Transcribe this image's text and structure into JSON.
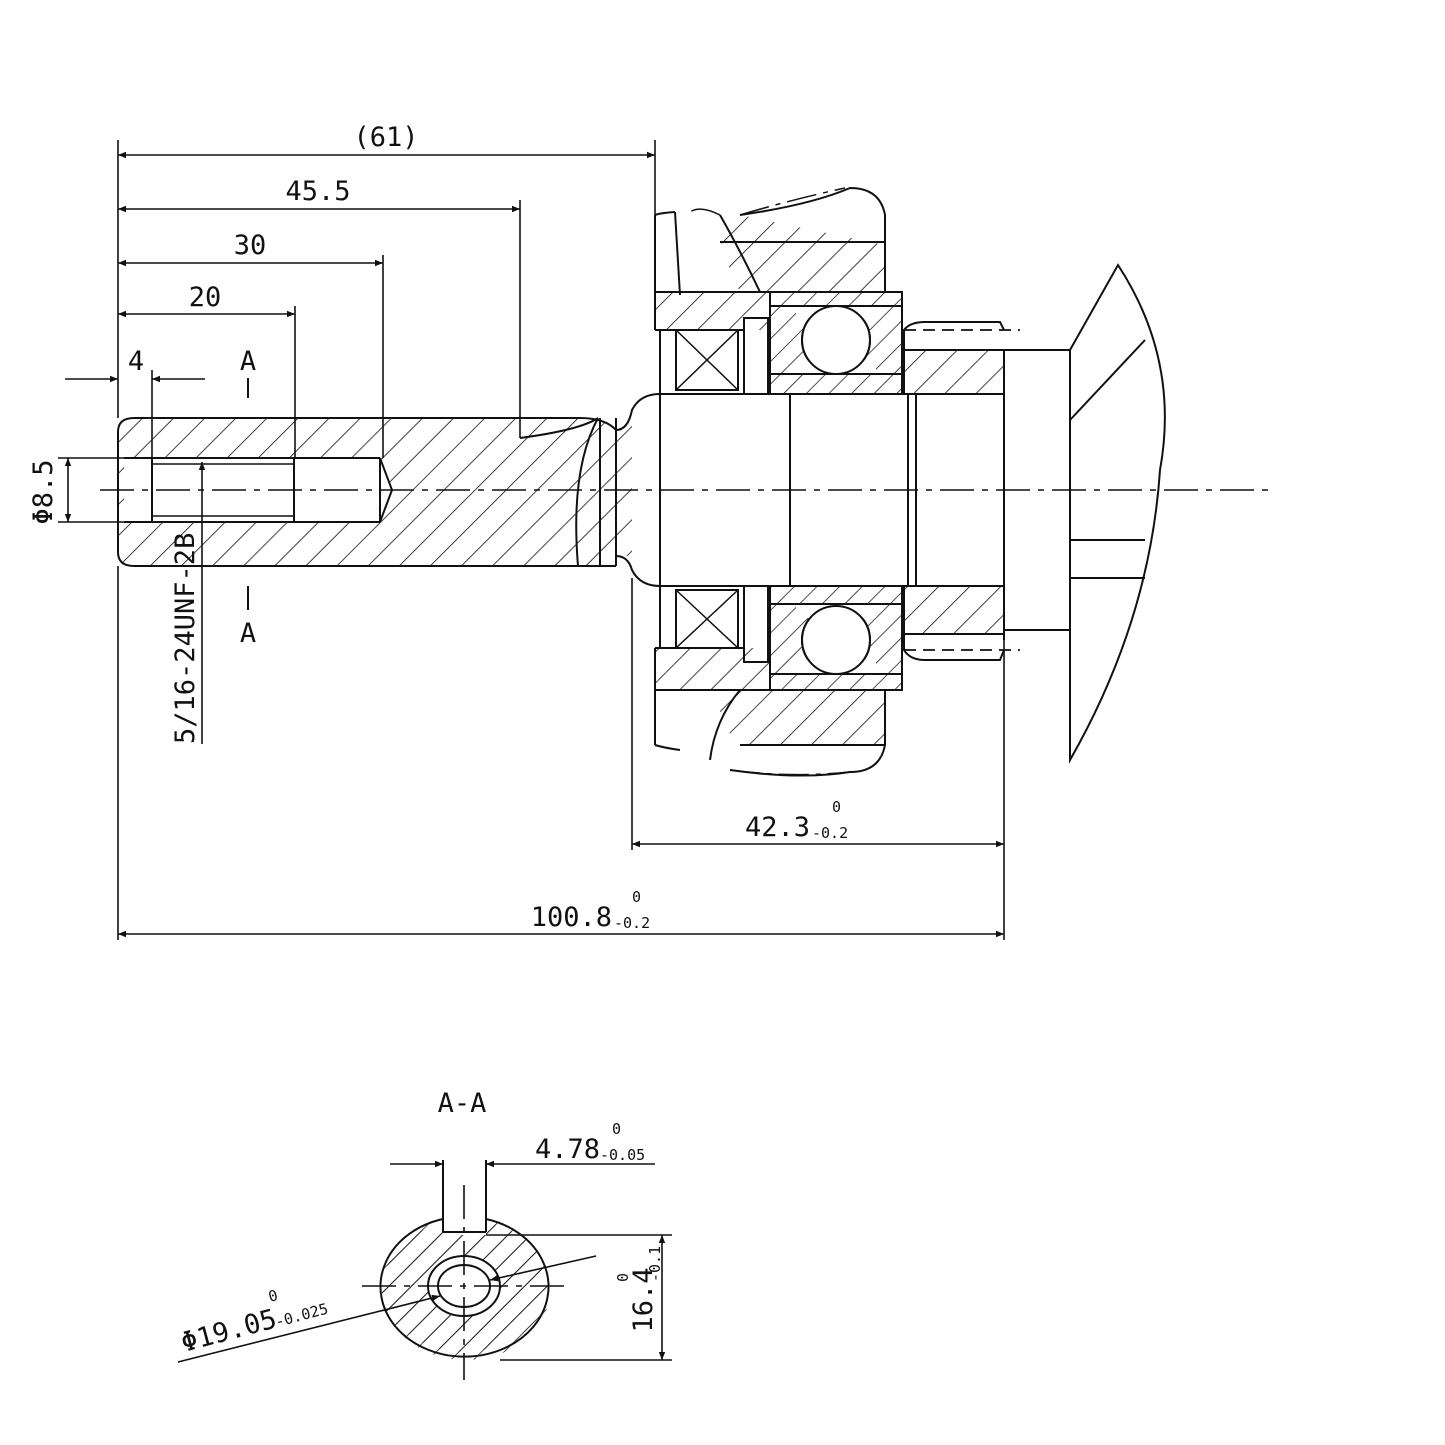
{
  "drawing": {
    "dimensions": {
      "d61": "(61)",
      "d45_5": "45.5",
      "d30": "30",
      "d20": "20",
      "d4": "4",
      "d8_5": "Φ8.5",
      "d42_3": "42.3",
      "d42_3_upper": "0",
      "d42_3_lower": "-0.2",
      "d100_8": "100.8",
      "d100_8_upper": "0",
      "d100_8_lower": "-0.2",
      "d4_78": "4.78",
      "d4_78_upper": "0",
      "d4_78_lower": "-0.05",
      "d16_4": "16.4",
      "d16_4_upper": "0",
      "d16_4_lower": "-0.1",
      "d19_05": "Φ19.05",
      "d19_05_upper": "0",
      "d19_05_lower": "-0.025"
    },
    "thread": "5/16-24UNF-2B",
    "section_marker_top": "A",
    "section_marker_bottom": "A",
    "section_title": "A-A"
  }
}
